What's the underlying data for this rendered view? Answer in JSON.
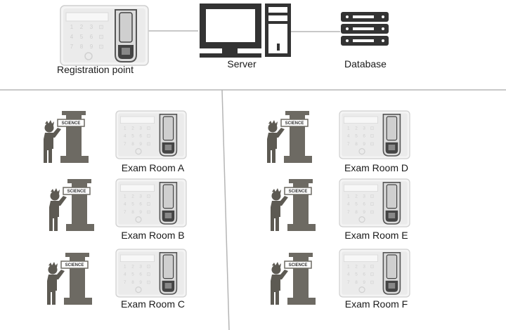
{
  "top": {
    "registration": {
      "label": "Registration point",
      "icon": "fingerprint-terminal-icon"
    },
    "server": {
      "label": "Server",
      "icon": "desktop-computer-icon"
    },
    "database": {
      "label": "Database",
      "icon": "database-server-icon"
    }
  },
  "sign_text": "SCIENCE",
  "rooms": [
    {
      "label": "Exam Room A"
    },
    {
      "label": "Exam Room B"
    },
    {
      "label": "Exam Room C"
    },
    {
      "label": "Exam Room D"
    },
    {
      "label": "Exam Room E"
    },
    {
      "label": "Exam Room F"
    }
  ],
  "colors": {
    "line": "#b5b5b5",
    "pillar": "#6d6a63",
    "terminal_bg": "#eeeeee",
    "device_dark": "#333333"
  }
}
